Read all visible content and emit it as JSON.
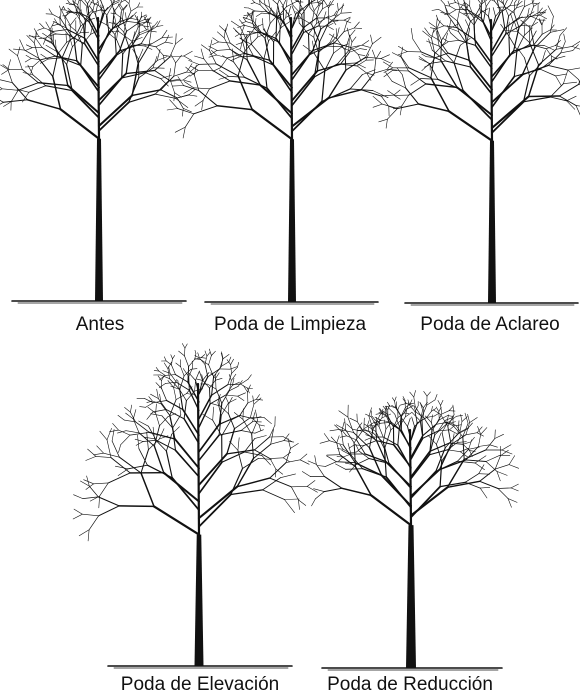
{
  "figure": {
    "panels": [
      {
        "id": "antes",
        "caption": "Antes",
        "icon": "bare-tree-icon"
      },
      {
        "id": "limpieza",
        "caption": "Poda de Limpieza",
        "icon": "bare-tree-icon"
      },
      {
        "id": "aclareo",
        "caption": "Poda de Aclareo",
        "icon": "bare-tree-icon"
      },
      {
        "id": "elevacion",
        "caption": "Poda de Elevación",
        "icon": "bare-tree-icon"
      },
      {
        "id": "reduccion",
        "caption": "Poda de Reducción",
        "icon": "bare-tree-icon"
      }
    ],
    "colors": {
      "ink": "#111111",
      "background": "#ffffff"
    }
  }
}
